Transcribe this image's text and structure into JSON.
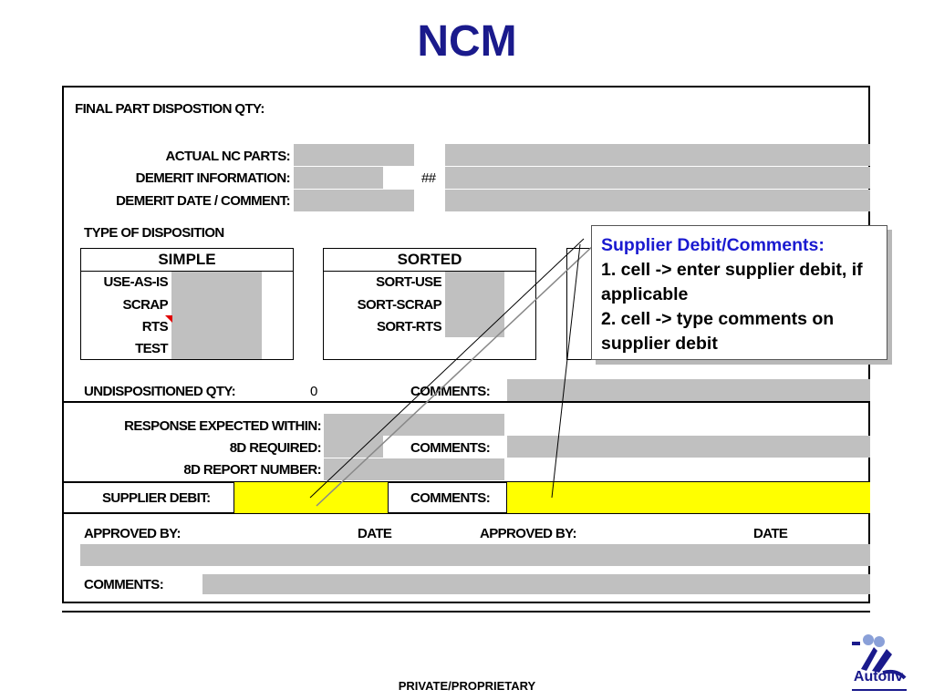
{
  "title": "NCM",
  "form": {
    "final_part_disposition_label": "FINAL PART DISPOSTION QTY:",
    "actual_nc_parts_label": "ACTUAL NC PARTS:",
    "demerit_info_label": "DEMERIT INFORMATION:",
    "demerit_value": "##",
    "demerit_date_label": "DEMERIT DATE / COMMENT:",
    "type_of_disposition_label": "TYPE OF DISPOSITION",
    "simple": {
      "header": "SIMPLE",
      "items": [
        "USE-AS-IS",
        "SCRAP",
        "RTS",
        "TEST"
      ]
    },
    "sorted": {
      "header": "SORTED",
      "items": [
        "SORT-USE",
        "SORT-SCRAP",
        "SORT-RTS"
      ]
    },
    "undispositioned_label": "UNDISPOSITIONED QTY:",
    "undispositioned_value": "0",
    "comments_label": "COMMENTS:",
    "response_expected_label": "RESPONSE EXPECTED WITHIN:",
    "d8_required_label": "8D REQUIRED:",
    "d8_report_number_label": "8D REPORT NUMBER:",
    "supplier_debit_label": "SUPPLIER DEBIT:",
    "approved_by_label": "APPROVED BY:",
    "date_label": "DATE"
  },
  "note": {
    "heading": "Supplier Debit/Comments:",
    "line1": "1. cell -> enter supplier debit, if applicable",
    "line2": "2. cell -> type comments on supplier debit"
  },
  "footer": "PRIVATE/PROPRIETARY",
  "logo_text": "Autoliv",
  "colors": {
    "title": "#1a1a8c",
    "input_cell": "#c0c0c0",
    "highlight_cell": "#ffff00",
    "note_heading": "#1a1ad0",
    "comment_marker": "#e00000"
  }
}
